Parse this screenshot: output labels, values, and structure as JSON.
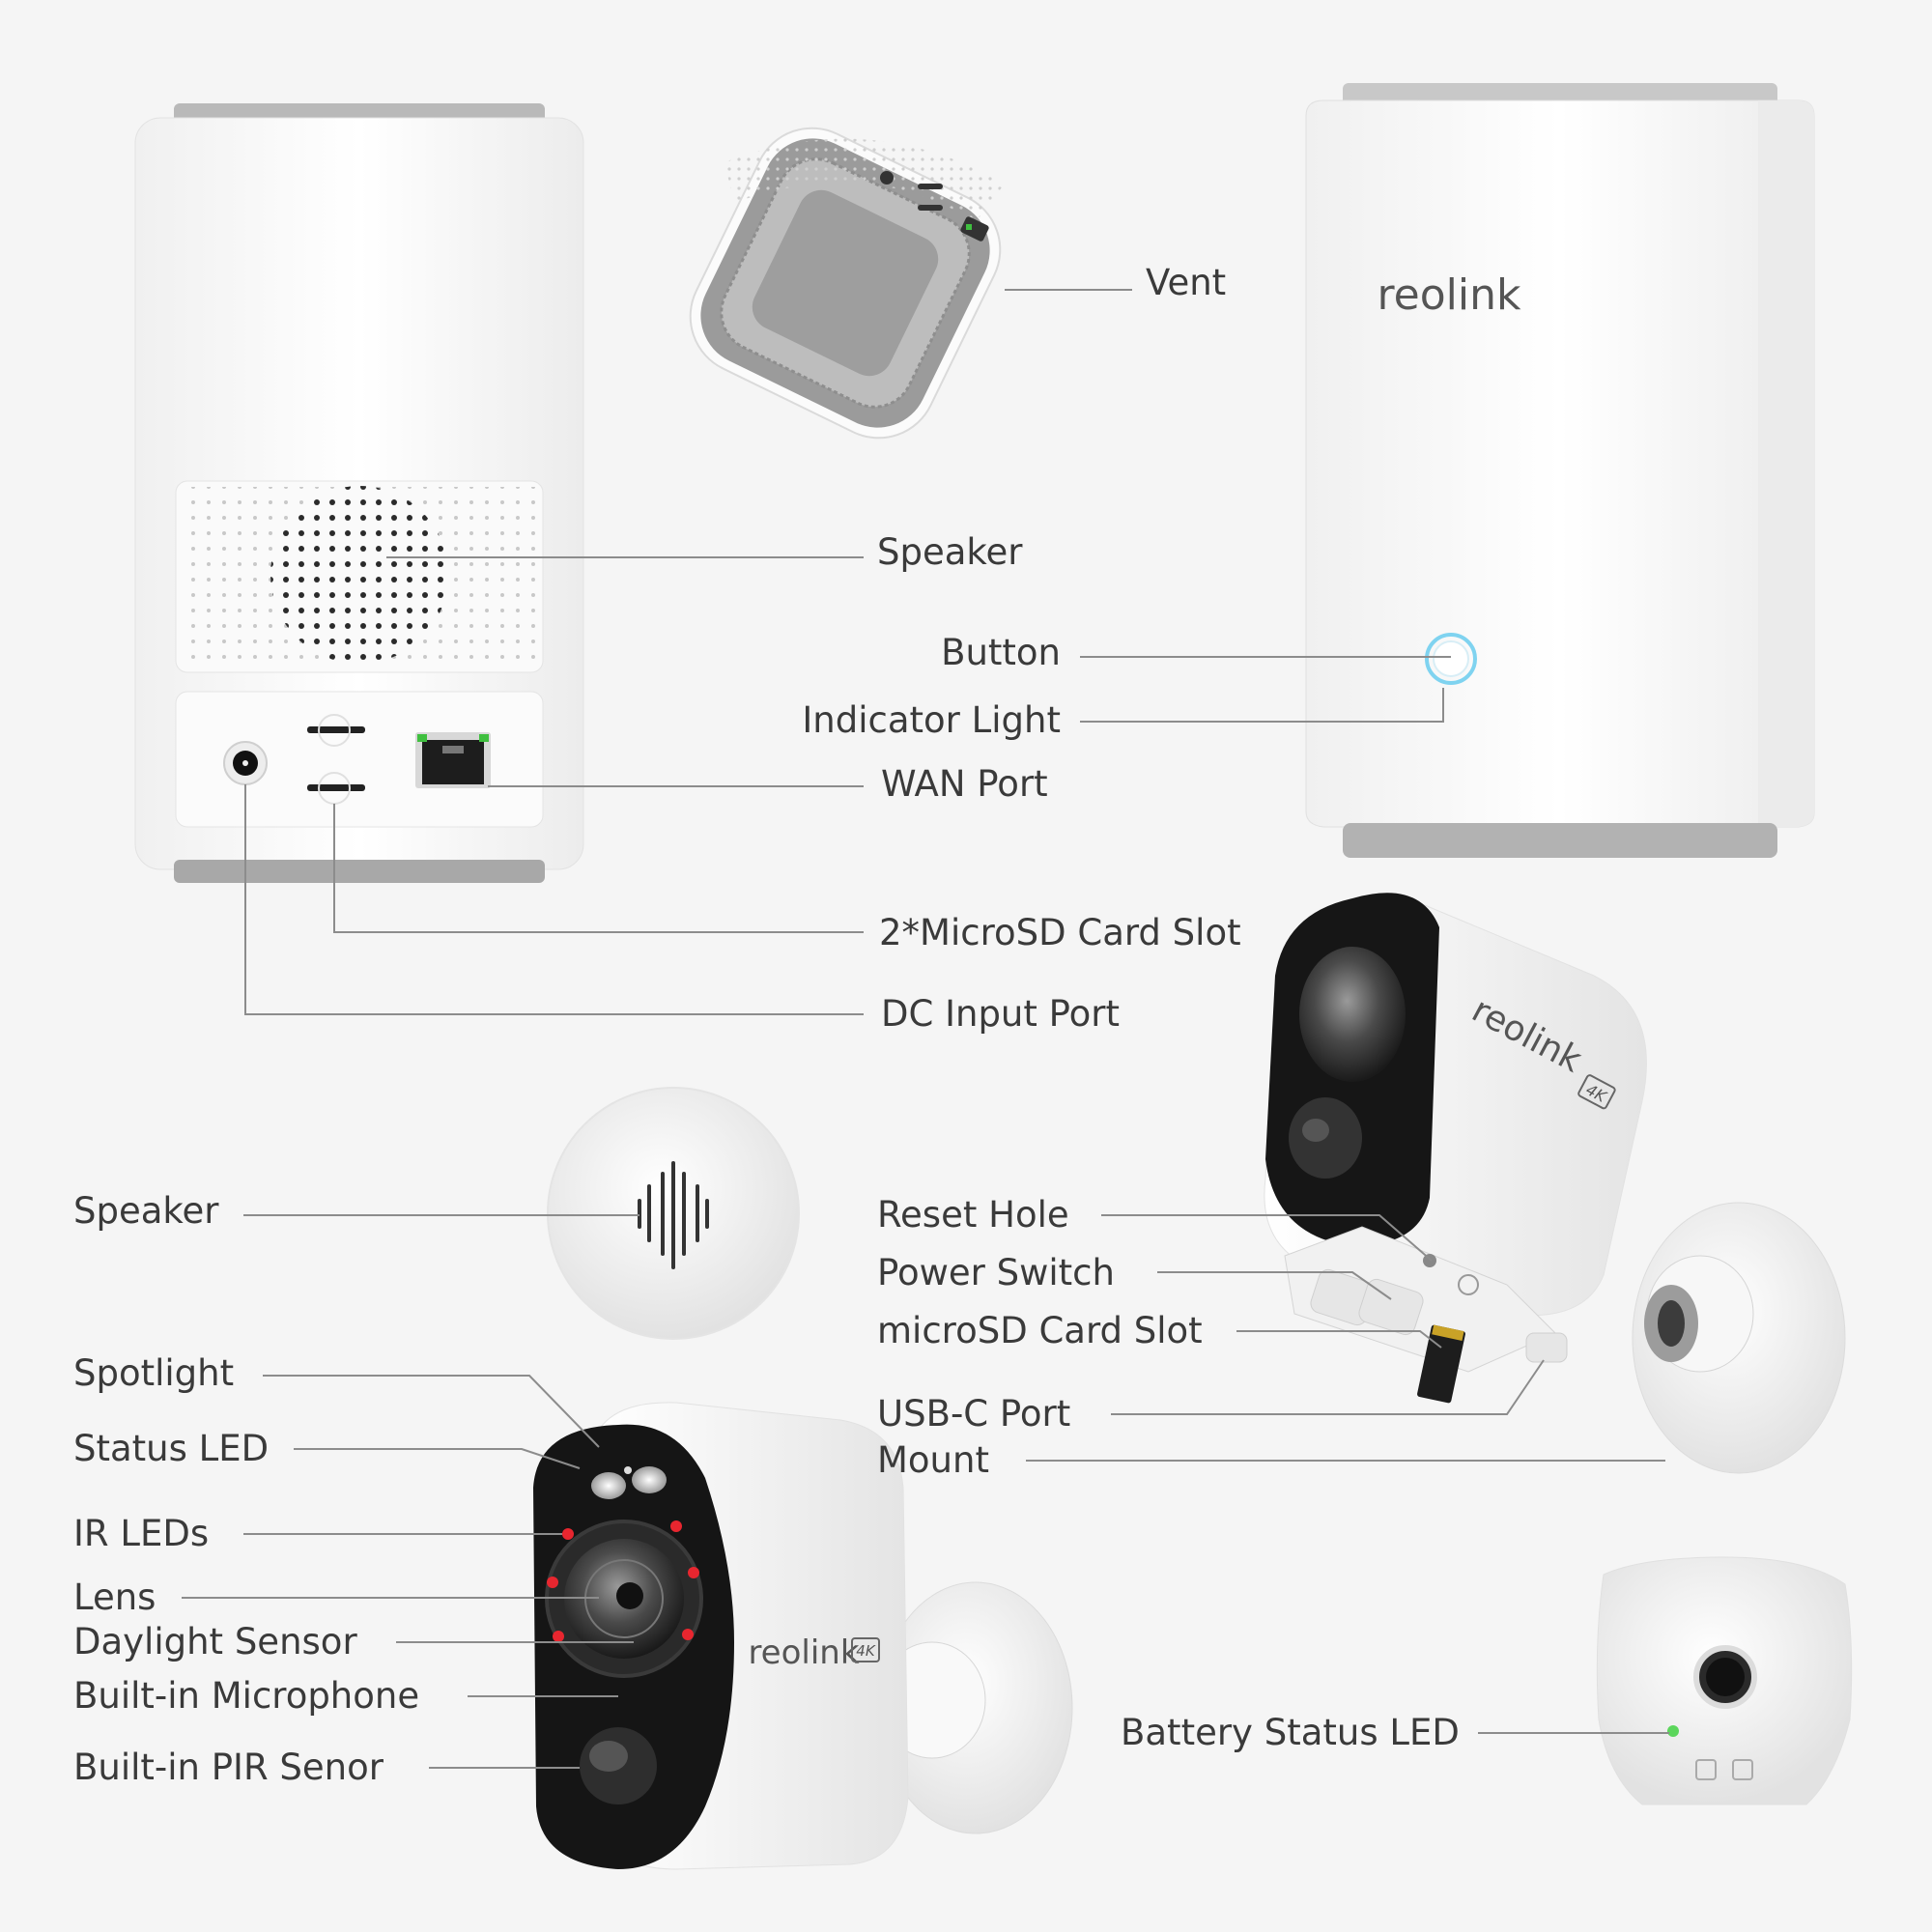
{
  "hub_back": {
    "labels": {
      "speaker": "Speaker",
      "wan": "WAN Port",
      "microsd": "2*MicroSD Card Slot",
      "dc": "DC Input Port",
      "vent": "Vent"
    }
  },
  "hub_front": {
    "brand": "reolink",
    "labels": {
      "button": "Button",
      "indicator": "Indicator Light"
    },
    "colors": {
      "button_ring": "#7fd3f0"
    }
  },
  "camera_bottom": {
    "brand": "reolink",
    "badge": "4K",
    "labels": {
      "reset": "Reset Hole",
      "power": "Power Switch",
      "microsd": "microSD Card Slot",
      "usbc": "USB-C Port",
      "mount": "Mount"
    }
  },
  "camera_front": {
    "brand": "reolink",
    "badge": "4K",
    "labels": {
      "speaker": "Speaker",
      "spotlight": "Spotlight",
      "status_led": "Status LED",
      "ir_leds": "IR LEDs",
      "lens": "Lens",
      "daylight": "Daylight Sensor",
      "microphone": "Built-in Microphone",
      "pir": "Built-in PIR Senor",
      "battery_led": "Battery Status LED"
    },
    "colors": {
      "ir_led": "#e8262f",
      "battery_led": "#5cd65c"
    }
  }
}
